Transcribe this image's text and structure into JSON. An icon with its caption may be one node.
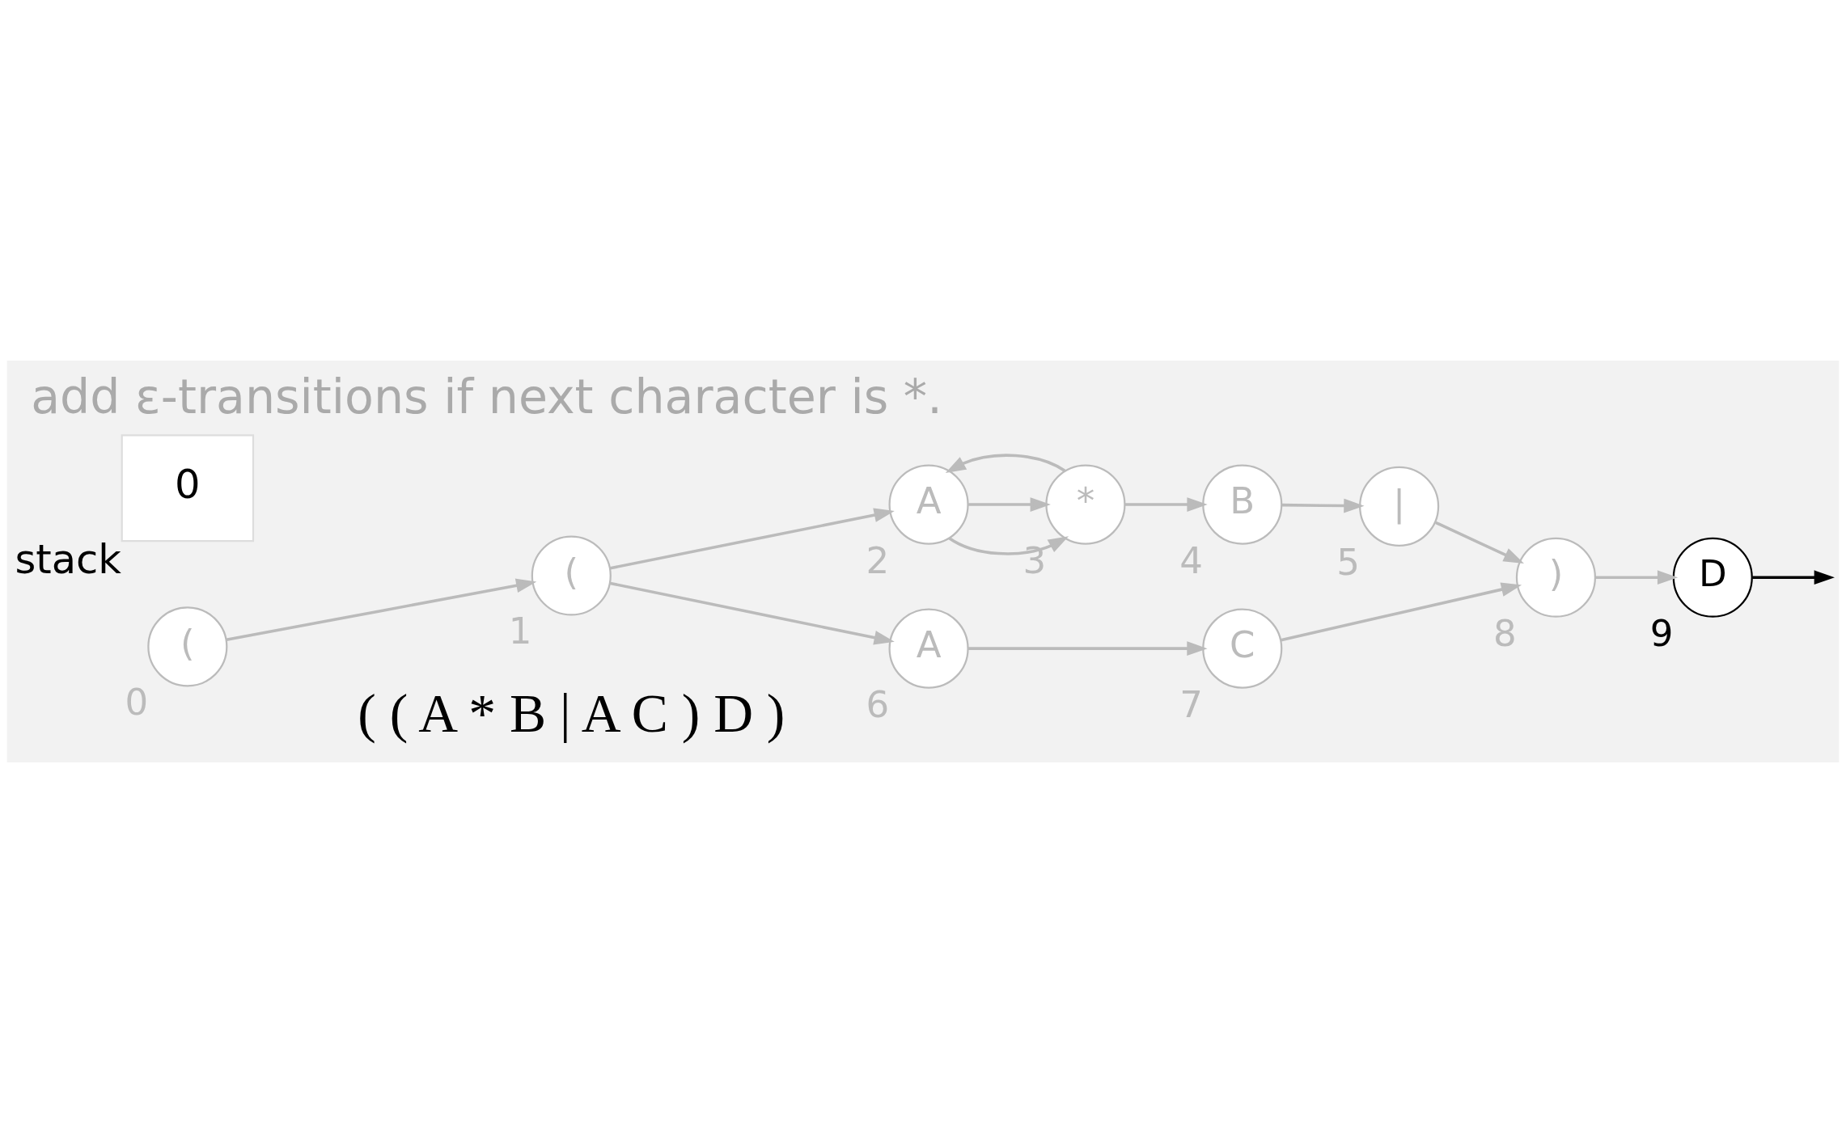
{
  "diagram": {
    "title": "add ε-transitions if next character is *.",
    "nodes": [
      {
        "text": [
          "("
        ],
        "beside": [
          "0"
        ]
      },
      {
        "text": [
          "("
        ],
        "beside": [
          "1"
        ]
      },
      {
        "text": [
          "A"
        ],
        "beside": [
          "2"
        ]
      },
      {
        "text": [
          "*"
        ],
        "beside": [
          "3"
        ]
      },
      {
        "text": [
          "B"
        ],
        "beside": [
          "4"
        ]
      },
      {
        "text": [
          "|"
        ],
        "beside": [
          "5"
        ]
      },
      {
        "text": [
          "A"
        ],
        "beside": [
          "6"
        ]
      },
      {
        "text": [
          "C"
        ],
        "beside": [
          "7"
        ]
      },
      {
        "text": [
          ")"
        ],
        "beside": [
          "8"
        ]
      },
      {
        "text": [
          "D"
        ],
        "beside": [
          "9"
        ]
      },
      {
        "text": [
          "0"
        ],
        "beside": [
          "stack"
        ]
      }
    ],
    "edges": [
      {
        "from": 0,
        "to": 1,
        "arrow": "to"
      },
      {
        "from": 1,
        "to": 2,
        "arrow": "to"
      },
      {
        "from": 2,
        "to": 3,
        "arrow": "to"
      },
      {
        "from": 2,
        "to": 3,
        "arrow": "to"
      },
      {
        "from": 3,
        "to": 2,
        "arrow": "to"
      },
      {
        "from": 3,
        "to": 4,
        "arrow": "to"
      },
      {
        "from": 4,
        "to": 5,
        "arrow": "to"
      },
      {
        "from": 5,
        "to": 8,
        "arrow": "to"
      },
      {
        "from": 1,
        "to": 6,
        "arrow": "to"
      },
      {
        "from": 6,
        "to": 7,
        "arrow": "to"
      },
      {
        "from": 7,
        "to": 8,
        "arrow": "to"
      },
      {
        "from": 8,
        "to": 9,
        "arrow": "to"
      },
      {
        "from": 9,
        "to": null,
        "arrow": "to",
        "color": "#000000"
      }
    ],
    "labels": [
      "( ( A * B | A C ) D )"
    ]
  }
}
